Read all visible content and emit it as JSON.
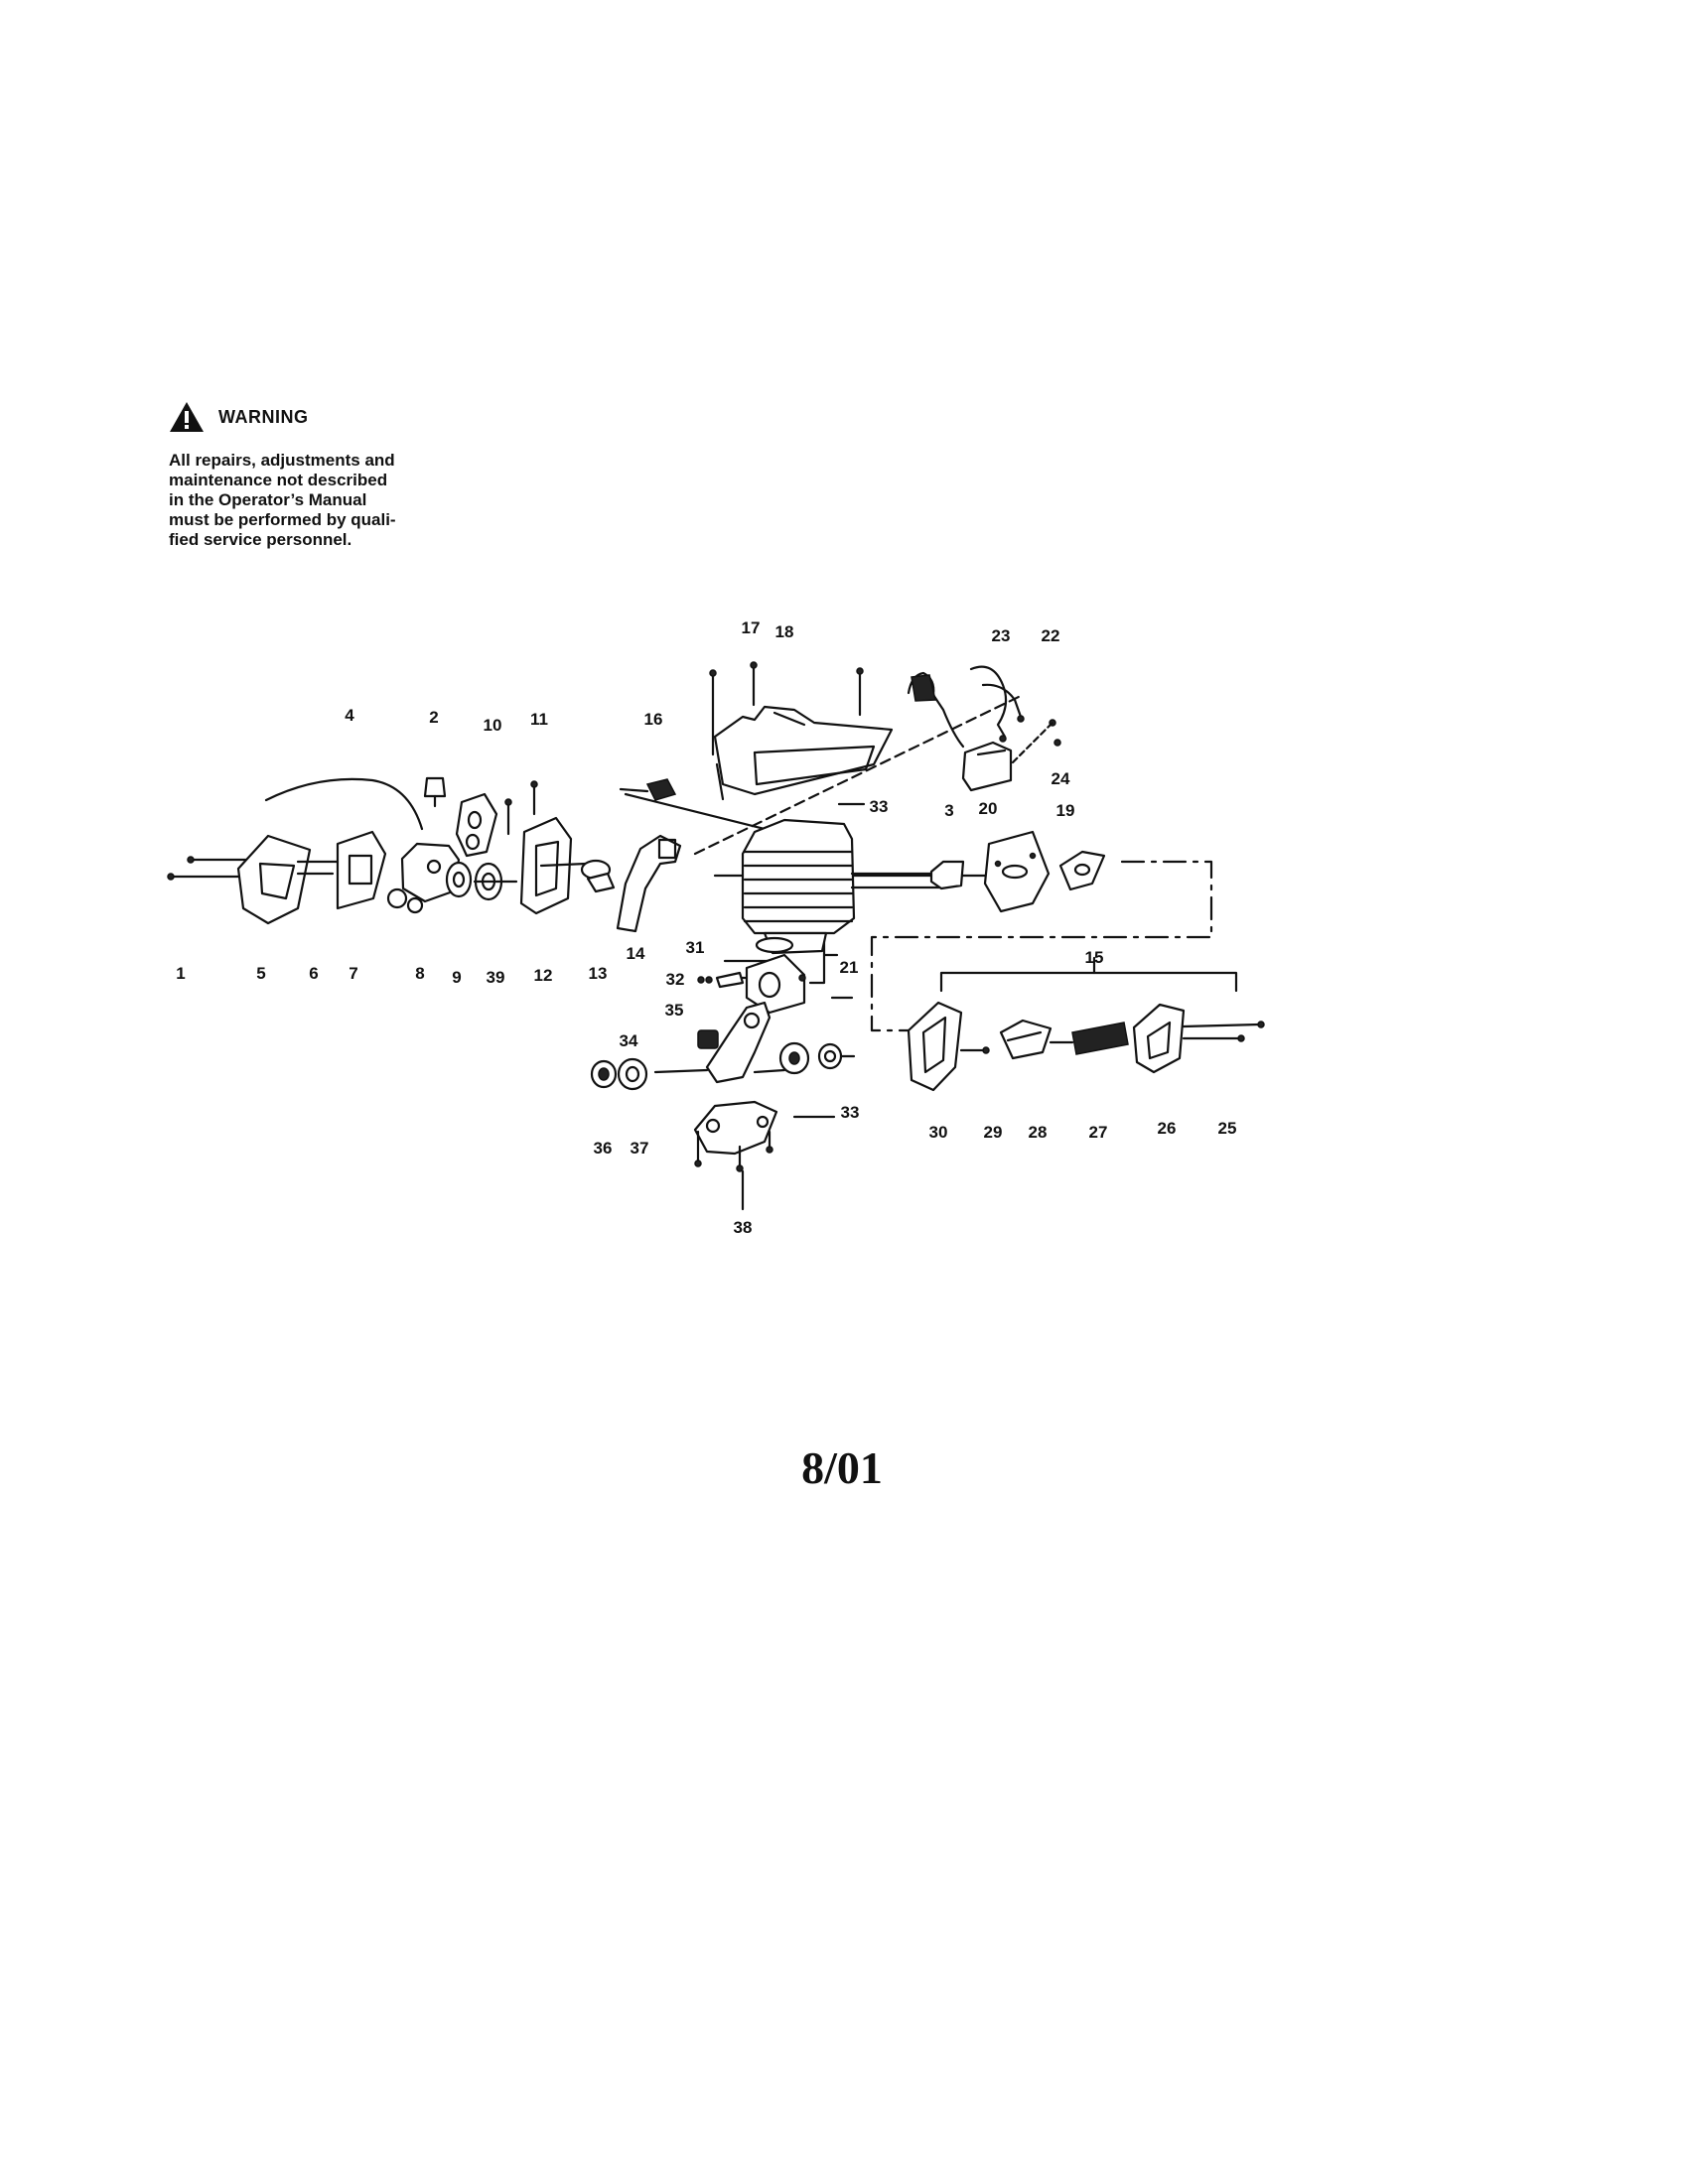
{
  "warning": {
    "title": "WARNING",
    "lines": [
      "All repairs, adjustments and",
      "maintenance not described",
      "in the Operator’s Manual",
      "must be performed by quali-",
      "fied service personnel."
    ]
  },
  "callouts": {
    "c1": "1",
    "c2": "2",
    "c3": "3",
    "c4": "4",
    "c5": "5",
    "c6": "6",
    "c7": "7",
    "c8": "8",
    "c9": "9",
    "c10": "10",
    "c11": "11",
    "c12": "12",
    "c13": "13",
    "c14": "14",
    "c15": "15",
    "c16": "16",
    "c17": "17",
    "c18": "18",
    "c19": "19",
    "c20": "20",
    "c21": "21",
    "c22": "22",
    "c23": "23",
    "c24": "24",
    "c25": "25",
    "c26": "26",
    "c27": "27",
    "c28": "28",
    "c29": "29",
    "c30": "30",
    "c31": "31",
    "c32": "32",
    "c33": "33",
    "c34": "34",
    "c35": "35",
    "c36": "36",
    "c37": "37",
    "c38": "38",
    "c39": "39"
  },
  "footer": {
    "date": "8/01"
  }
}
